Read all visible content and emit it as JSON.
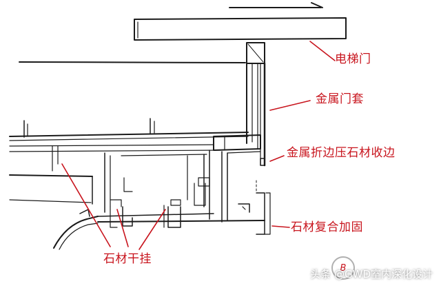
{
  "labels": {
    "elevator_door": "电梯门",
    "metal_door_cover": "金属门套",
    "metal_fold_edge": "金属折边压石材收边",
    "stone_composite": "石材复合加固",
    "stone_dry_hang": "石材干挂"
  },
  "watermark": {
    "text": "头条 @GWD室内深化设计",
    "logo_letter": "B"
  },
  "colors": {
    "line": "#1a1a1a",
    "annotation": "#c8141d"
  }
}
